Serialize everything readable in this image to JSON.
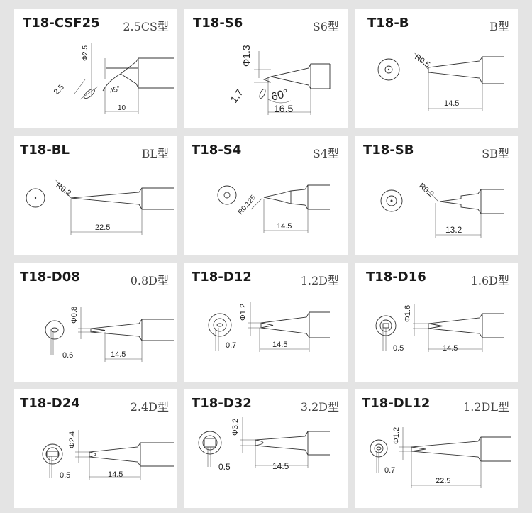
{
  "colors": {
    "background": "#e4e4e4",
    "card": "#ffffff",
    "line": "#333333"
  },
  "tips": [
    {
      "model": "T18-CSF25",
      "type": "2.5CS型",
      "dims": [
        "Φ2.5",
        "2.5",
        "45°",
        "10"
      ]
    },
    {
      "model": "T18-S6",
      "type": "S6型",
      "dims": [
        "Φ1.3",
        "1.7",
        "60°",
        "16.5"
      ]
    },
    {
      "model": "T18-B",
      "type": "B型",
      "dims": [
        "R0.5",
        "14.5"
      ]
    },
    {
      "model": "T18-BL",
      "type": "BL型",
      "dims": [
        "R0.2",
        "22.5"
      ]
    },
    {
      "model": "T18-S4",
      "type": "S4型",
      "dims": [
        "R0.125",
        "14.5"
      ]
    },
    {
      "model": "T18-SB",
      "type": "SB型",
      "dims": [
        "R0.2",
        "13.2"
      ]
    },
    {
      "model": "T18-D08",
      "type": "0.8D型",
      "dims": [
        "Φ0.8",
        "0.6",
        "14.5"
      ]
    },
    {
      "model": "T18-D12",
      "type": "1.2D型",
      "dims": [
        "Φ1.2",
        "0.7",
        "14.5"
      ]
    },
    {
      "model": "T18-D16",
      "type": "1.6D型",
      "dims": [
        "Φ1.6",
        "0.5",
        "14.5"
      ]
    },
    {
      "model": "T18-D24",
      "type": "2.4D型",
      "dims": [
        "Φ2.4",
        "0.5",
        "14.5"
      ]
    },
    {
      "model": "T18-D32",
      "type": "3.2D型",
      "dims": [
        "Φ3.2",
        "0.5",
        "14.5"
      ]
    },
    {
      "model": "T18-DL12",
      "type": "1.2DL型",
      "dims": [
        "Φ1.2",
        "0.7",
        "22.5"
      ]
    }
  ]
}
